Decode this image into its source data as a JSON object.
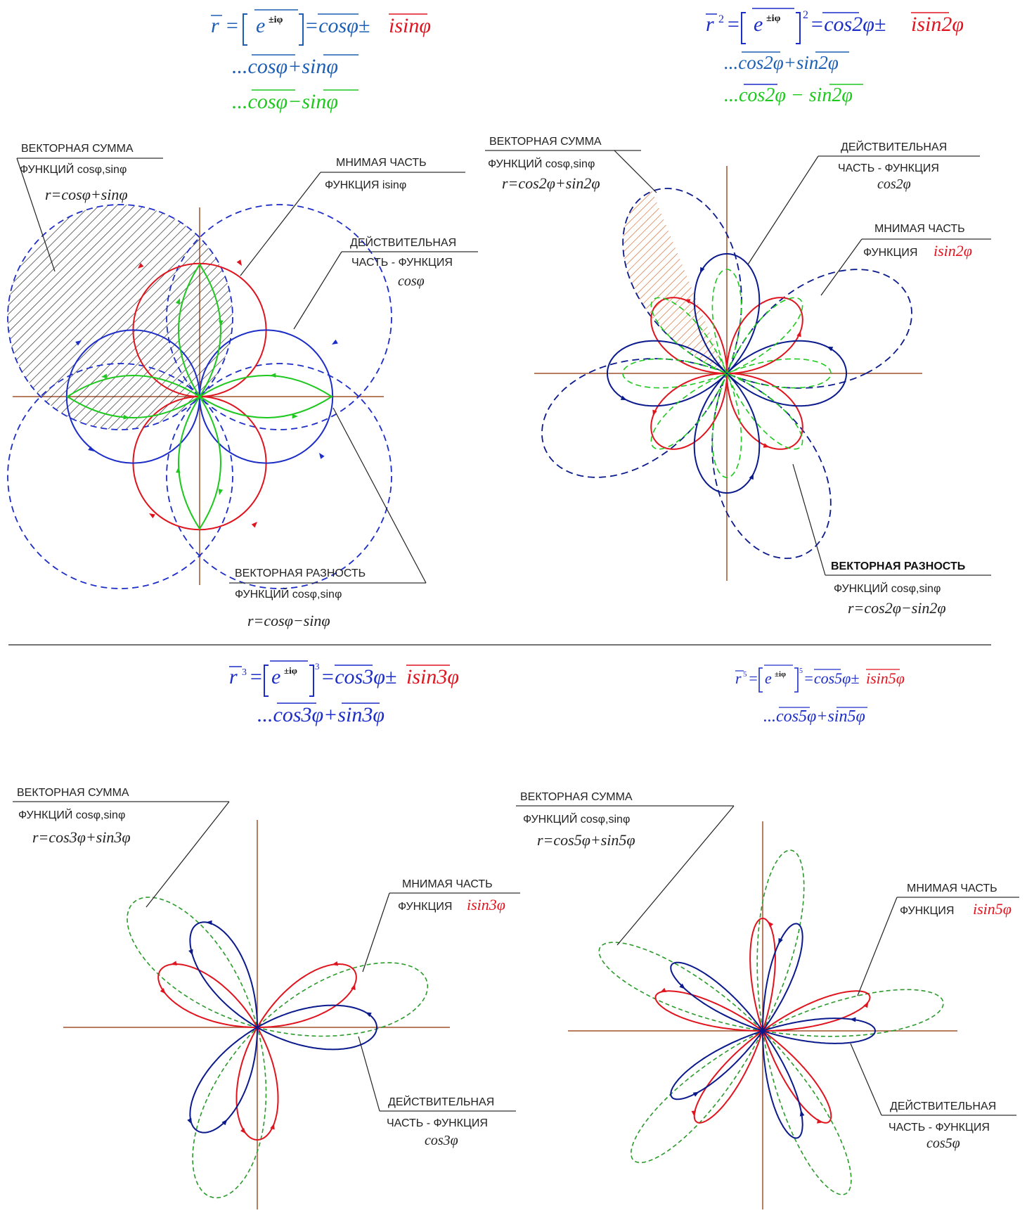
{
  "colors": {
    "axis": "#a0522d",
    "red": "#e0141e",
    "blue": "#1c2dc8",
    "green": "#1ec81e",
    "navy": "#0a1a8c",
    "dashed_green": "#2a9a2a",
    "hatch_dark": "#222222",
    "hatch_orange": "#d2692d"
  },
  "formulas": {
    "p1": {
      "head_r": "r",
      "head_eq": "=",
      "head_exp": "e",
      "head_sup": "±iφ",
      "head_rhs_cos": "=cosφ±",
      "head_rhs_sin": "isinφ",
      "sum": "...cosφ+sinφ",
      "diff": "...cosφ−sinφ"
    },
    "p2": {
      "head_r": "r",
      "head_pow": "2",
      "head_exp": "e",
      "head_sup": "±iφ",
      "head_bpow": "2",
      "head_rhs_cos": "=cos2φ±",
      "head_rhs_sin": "isin2φ",
      "sum": "...cos2φ+sin2φ",
      "diff": "...cos2φ − sin2φ"
    },
    "p3": {
      "head_r": "r",
      "head_pow": "3",
      "head_exp": "e",
      "head_sup": "±iφ",
      "head_bpow": "3",
      "head_rhs_cos": "=cos3φ±",
      "head_rhs_sin": "isin3φ",
      "sum": "...cos3φ+sin3φ"
    },
    "p4": {
      "head_r": "r",
      "head_pow": "5",
      "head_exp": "e",
      "head_sup": "±iφ",
      "head_bpow": "5",
      "head_rhs_cos": "=cos5φ±",
      "head_rhs_sin": "isin5φ",
      "sum": "...cos5φ+sin5φ"
    }
  },
  "labels": {
    "p1": {
      "sum_title": "ВЕКТОРНАЯ СУММА",
      "sum_func": "ФУНКЦИЙ cosφ,sinφ",
      "sum_eq": "r=cosφ+sinφ",
      "imag_title": "МНИМАЯ ЧАСТЬ",
      "imag_func": "ФУНКЦИЯ isinφ",
      "real_title": "ДЕЙСТВИТЕЛЬНАЯ",
      "real_func": "ЧАСТЬ - ФУНКЦИЯ",
      "real_eq": "cosφ",
      "diff_title": "ВЕКТОРНАЯ РАЗНОСТЬ",
      "diff_func": "ФУНКЦИЙ cosφ,sinφ",
      "diff_eq": "r=cosφ−sinφ"
    },
    "p2": {
      "sum_title": "ВЕКТОРНАЯ СУММА",
      "sum_func": "ФУНКЦИЙ cosφ,sinφ",
      "sum_eq": "r=cos2φ+sin2φ",
      "real_title": "ДЕЙСТВИТЕЛЬНАЯ",
      "real_func": "ЧАСТЬ - ФУНКЦИЯ",
      "real_eq": "cos2φ",
      "imag_title": "МНИМАЯ ЧАСТЬ",
      "imag_func": "ФУНКЦИЯ",
      "imag_eq": "isin2φ",
      "diff_title": "ВЕКТОРНАЯ РАЗНОСТЬ",
      "diff_func": "ФУНКЦИЙ cosφ,sinφ",
      "diff_eq": "r=cos2φ−sin2φ"
    },
    "p3": {
      "sum_title": "ВЕКТОРНАЯ СУММА",
      "sum_func": "ФУНКЦИЙ cosφ,sinφ",
      "sum_eq": "r=cos3φ+sin3φ",
      "imag_title": "МНИМАЯ ЧАСТЬ",
      "imag_func": "ФУНКЦИЯ",
      "imag_eq": "isin3φ",
      "real_title": "ДЕЙСТВИТЕЛЬНАЯ",
      "real_func": "ЧАСТЬ - ФУНКЦИЯ",
      "real_eq": "cos3φ"
    },
    "p4": {
      "sum_title": "ВЕКТОРНАЯ СУММА",
      "sum_func": "ФУНКЦИЙ cosφ,sinφ",
      "sum_eq": "r=cos5φ+sin5φ",
      "imag_title": "МНИМАЯ ЧАСТЬ",
      "imag_func": "ФУНКЦИЯ",
      "imag_eq": "isin5φ",
      "real_title": "ДЕЙСТВИТЕЛЬНАЯ",
      "real_func": "ЧАСТЬ - ФУНКЦИЯ",
      "real_eq": "cos5φ"
    }
  }
}
